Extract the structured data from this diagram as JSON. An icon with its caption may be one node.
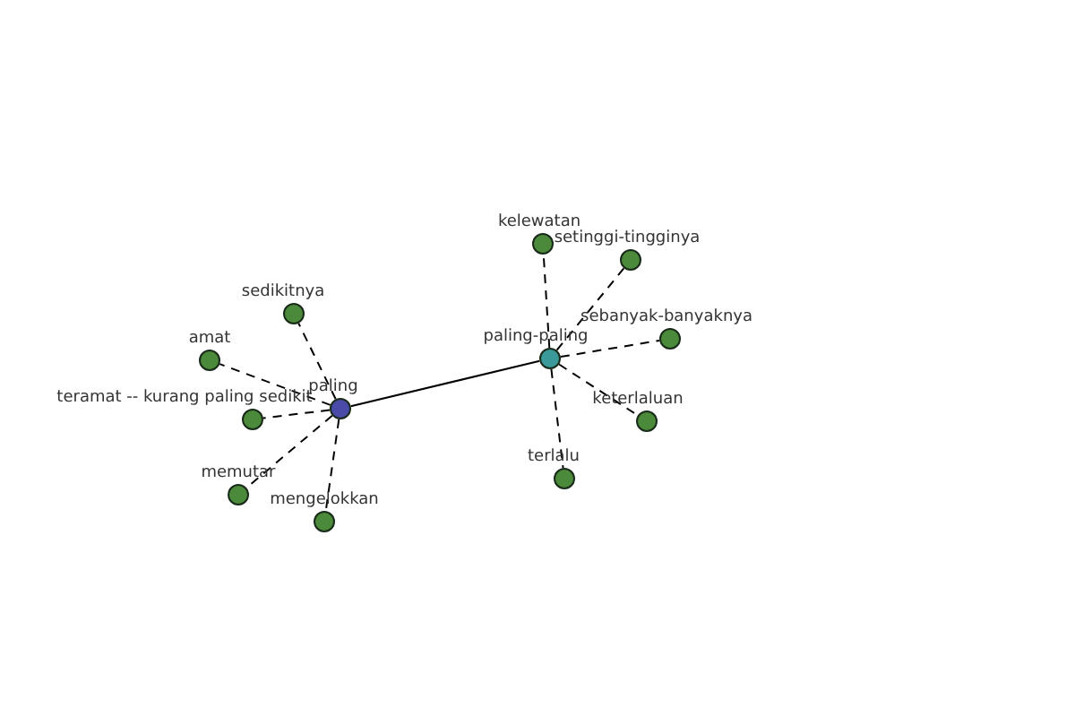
{
  "diagram": {
    "nodes": [
      {
        "text": [
          "paling"
        ]
      },
      {
        "text": [
          "paling-paling"
        ]
      },
      {
        "text": [
          "sedikitnya"
        ]
      },
      {
        "text": [
          "amat"
        ]
      },
      {
        "text": [
          "teramat -- kurang paling sedikit"
        ]
      },
      {
        "text": [
          "memutar"
        ]
      },
      {
        "text": [
          "mengelokkan"
        ]
      },
      {
        "text": [
          "kelewatan"
        ]
      },
      {
        "text": [
          "setinggi-tingginya"
        ]
      },
      {
        "text": [
          "sebanyak-banyaknya"
        ]
      },
      {
        "text": [
          "keterlaluan"
        ]
      },
      {
        "text": [
          "terlalu"
        ]
      }
    ],
    "edges": [
      {
        "from": 0,
        "to": 1,
        "arrow": "none"
      },
      {
        "from": 0,
        "to": 2,
        "arrow": "none",
        "style": "dashed"
      },
      {
        "from": 0,
        "to": 3,
        "arrow": "none",
        "style": "dashed"
      },
      {
        "from": 0,
        "to": 4,
        "arrow": "none",
        "style": "dashed"
      },
      {
        "from": 0,
        "to": 5,
        "arrow": "none",
        "style": "dashed"
      },
      {
        "from": 0,
        "to": 6,
        "arrow": "none",
        "style": "dashed"
      },
      {
        "from": 1,
        "to": 7,
        "arrow": "none",
        "style": "dashed"
      },
      {
        "from": 1,
        "to": 8,
        "arrow": "none",
        "style": "dashed"
      },
      {
        "from": 1,
        "to": 9,
        "arrow": "none",
        "style": "dashed"
      },
      {
        "from": 1,
        "to": 10,
        "arrow": "none",
        "style": "dashed"
      },
      {
        "from": 1,
        "to": 11,
        "arrow": "none",
        "style": "dashed"
      }
    ]
  }
}
